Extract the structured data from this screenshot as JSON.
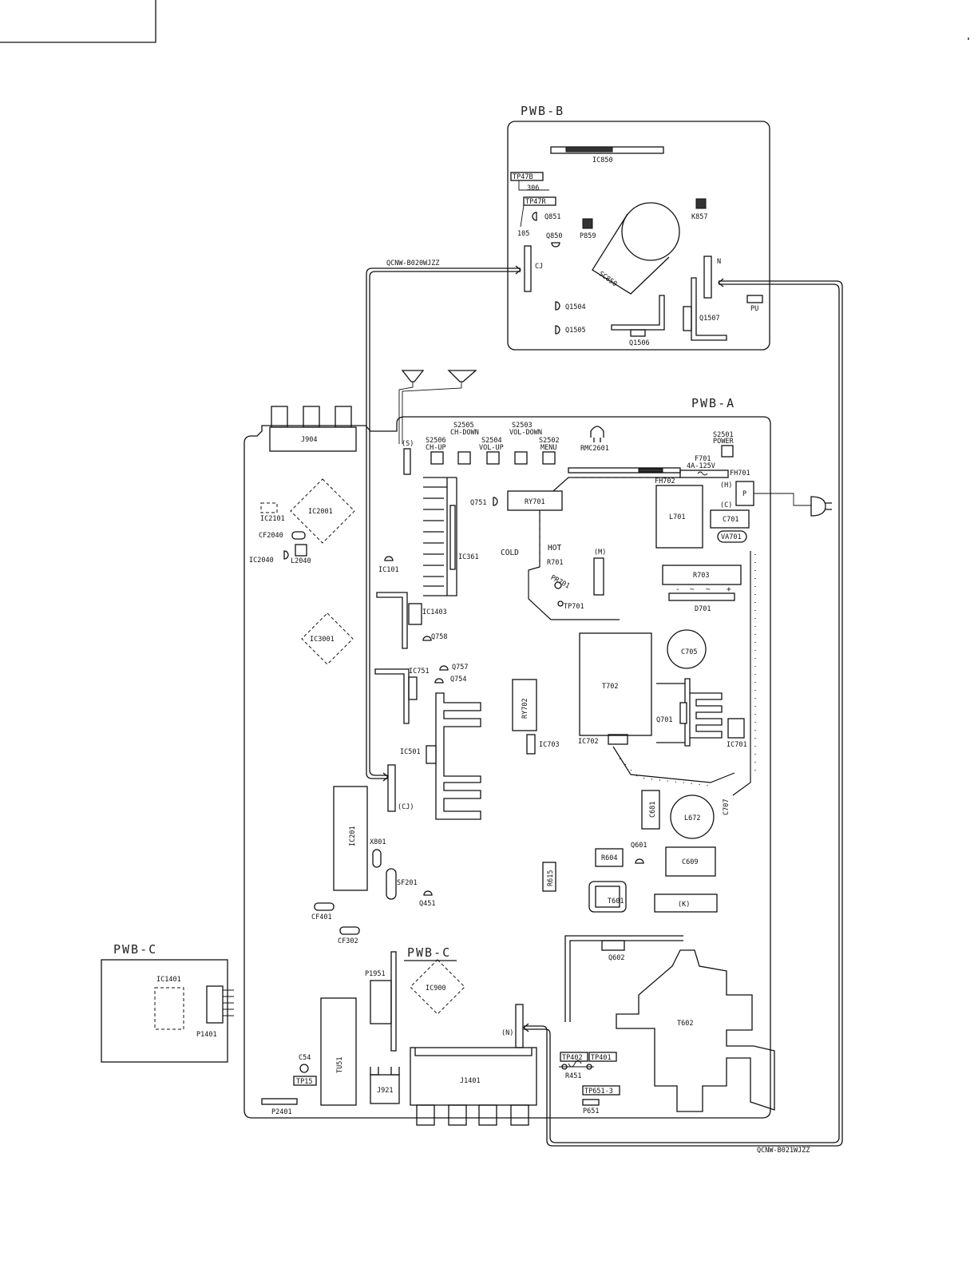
{
  "boards": {
    "pwb_b": "PWB-B",
    "pwb_a": "PWB-A",
    "pwb_c_left": "PWB-C",
    "pwb_c_inner": "PWB-C"
  },
  "cables": {
    "upper": "QCNW-B020WJZZ",
    "lower": "QCNW-B021WJZZ"
  },
  "pwb_b": {
    "ic850": "IC850",
    "tp47b": "TP47B",
    "r306": "306",
    "tp47r": "TP47R",
    "q851": "Q851",
    "r105": "105",
    "q850": "Q850",
    "p859": "P859",
    "k857": "K857",
    "cj": "CJ",
    "sc850": "SC850",
    "n": "N",
    "pu": "PU",
    "q1504": "Q1504",
    "q1505": "Q1505",
    "q1506": "Q1506",
    "q1507": "Q1507"
  },
  "switches": {
    "s2505": "S2505",
    "s2505_sub": "CH-DOWN",
    "s2503": "S2503",
    "s2503_sub": "VOL-DOWN",
    "s2506": "S2506",
    "s2506_sub": "CH-UP",
    "s2504": "S2504",
    "s2504_sub": "VOL-UP",
    "s2502": "S2502",
    "s2502_sub": "MENU",
    "s2501": "S2501",
    "s2501_sub": "POWER",
    "rmc2601": "RMC2601",
    "s_conn": "(S)"
  },
  "pwb_a": {
    "j904": "J904",
    "ic2101": "IC2101",
    "ic2001": "IC2001",
    "cf2040": "CF2040",
    "ic2040": "IC2040",
    "l2040": "L2040",
    "ic101": "IC101",
    "ic361": "IC361",
    "q751": "Q751",
    "ry701": "RY701",
    "cold": "COLD",
    "hot": "HOT",
    "r701": "R701",
    "pr701": "PR701",
    "tp701": "TP701",
    "m": "(M)",
    "r703": "R703",
    "d701": "D701",
    "f701": "F701",
    "f701_rating": "4A-125V",
    "fh701": "FH701",
    "fh702": "FH702",
    "h": "(H)",
    "c_conn": "(C)",
    "p": "P",
    "l701": "L701",
    "c701": "C701",
    "va701": "VA701",
    "ic1403": "IC1403",
    "q758": "Q758",
    "ic3001": "IC3001",
    "ic751": "IC751",
    "q757": "Q757",
    "q754": "Q754",
    "ry702": "RY702",
    "ic703": "IC703",
    "t702": "T702",
    "c705": "C705",
    "q701": "Q701",
    "ic701": "IC701",
    "ic702": "IC702",
    "ic501": "IC501",
    "cj_conn": "(CJ)",
    "ic201": "IC201",
    "x801": "X801",
    "sf201": "SF201",
    "q451": "Q451",
    "c681": "C681",
    "l672": "L672",
    "c707": "C707",
    "q601": "Q601",
    "r604": "R604",
    "c609": "C609",
    "r615": "R615",
    "t601": "T601",
    "k": "(K)",
    "cf401": "CF401",
    "cf302": "CF302",
    "q602": "Q602",
    "p1951": "P1951",
    "ic900": "IC900",
    "t602": "T602",
    "n_conn": "(N)",
    "tp402": "TP402",
    "tp401": "TP401",
    "r451": "R451",
    "tp651": "TP651-3",
    "p651": "P651",
    "c54": "C54",
    "tp15": "TP15",
    "tu51": "TU51",
    "j921": "J921",
    "j1401": "J1401",
    "p2401": "P2401",
    "pm_minus": "-",
    "pm_ac1": "~",
    "pm_ac2": "~",
    "pm_plus": "+"
  },
  "pwb_c": {
    "ic1401": "IC1401",
    "p1401": "P1401"
  }
}
